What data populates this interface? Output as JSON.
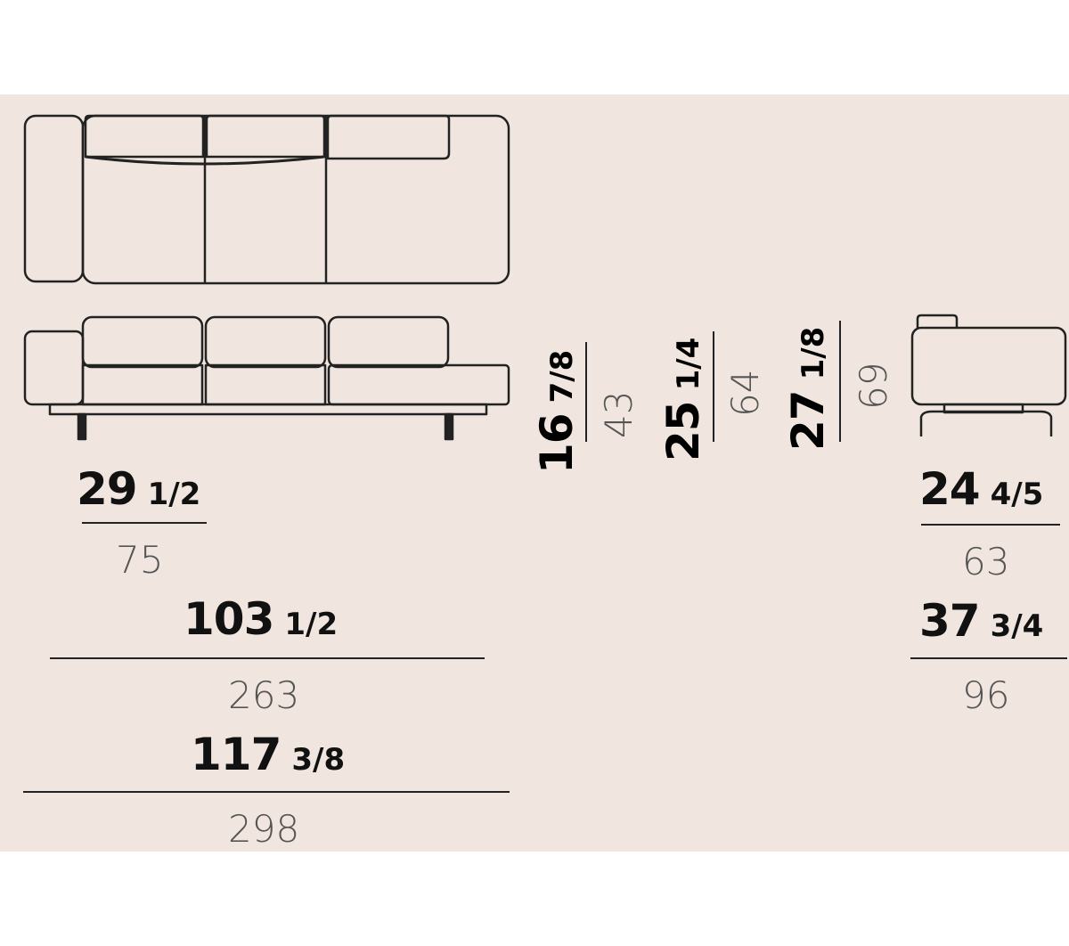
{
  "colors": {
    "panel": "#f0e6df",
    "line": "#222222",
    "metric": "#555555"
  },
  "dimensions": {
    "armrest_width": {
      "inch": "29",
      "frac": "1/2",
      "cm": "75"
    },
    "seat_width": {
      "inch": "103",
      "frac": "1/2",
      "cm": "263"
    },
    "total_width": {
      "inch": "117",
      "frac": "3/8",
      "cm": "298"
    },
    "seat_height": {
      "inch": "16",
      "frac": "7/8",
      "cm": "43"
    },
    "back_height": {
      "inch": "25",
      "frac": "1/4",
      "cm": "64"
    },
    "total_height": {
      "inch": "27",
      "frac": "1/8",
      "cm": "69"
    },
    "seat_depth": {
      "inch": "24",
      "frac": "4/5",
      "cm": "63"
    },
    "total_depth": {
      "inch": "37",
      "frac": "3/4",
      "cm": "96"
    }
  }
}
